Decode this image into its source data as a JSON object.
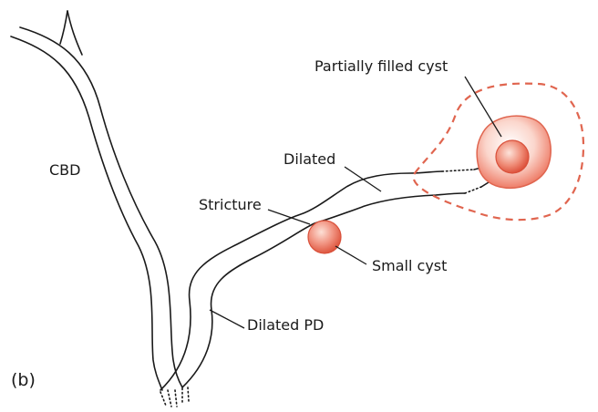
{
  "panel_label": "(b)",
  "labels": {
    "cbd": "CBD",
    "stricture": "Stricture",
    "dilated": "Dilated",
    "partially_filled_cyst": "Partially filled cyst",
    "small_cyst": "Small cyst",
    "dilated_pd": "Dilated PD"
  },
  "colors": {
    "cyst_outline": "#e0654f",
    "cyst_fill_light": "#fdf0ec",
    "cyst_fill_mid": "#f3a392",
    "cyst_fill_dark": "#e25a44",
    "line": "#1a1a1a"
  }
}
